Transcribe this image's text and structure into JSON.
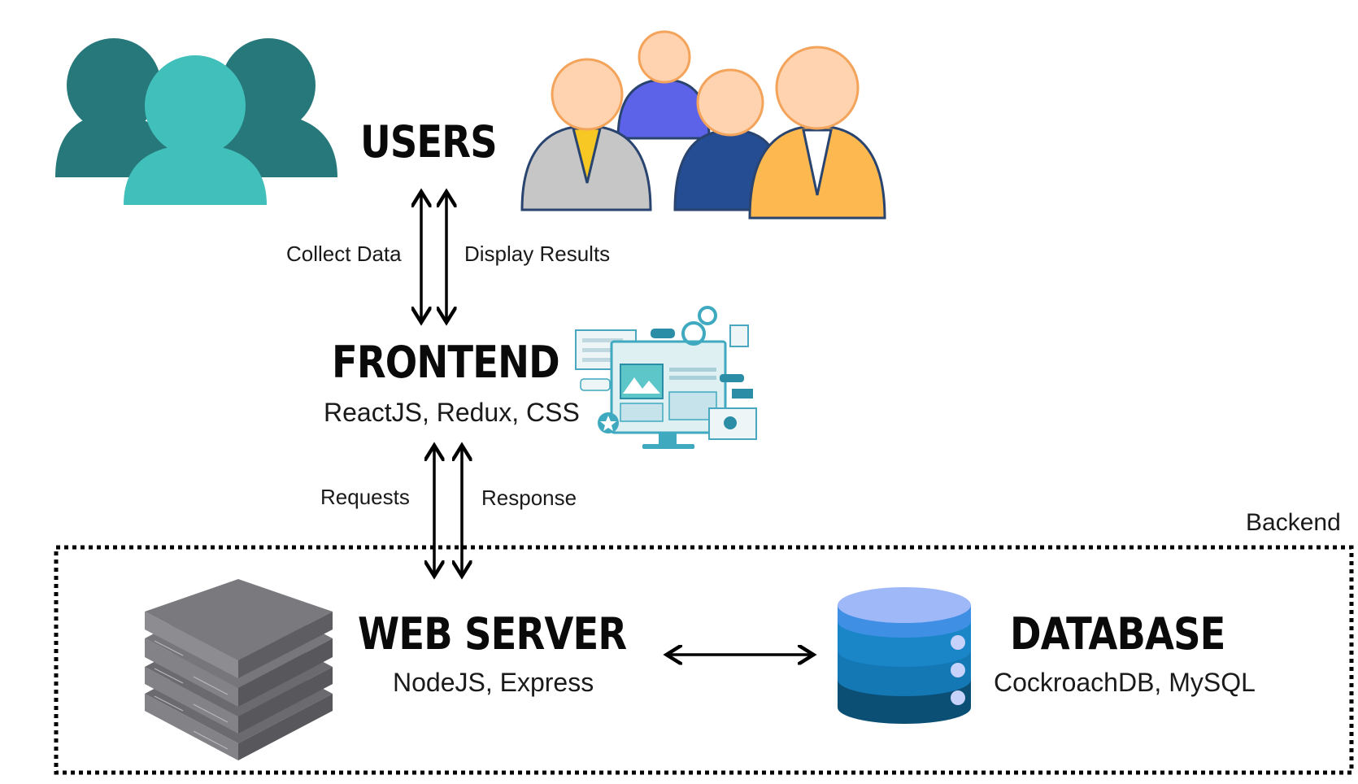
{
  "nodes": {
    "users": {
      "title": "USERS"
    },
    "frontend": {
      "title": "FRONTEND",
      "tech": "ReactJS, Redux, CSS"
    },
    "web_server": {
      "title": "WEB SERVER",
      "tech": "NodeJS, Express"
    },
    "database": {
      "title": "DATABASE",
      "tech": "CockroachDB, MySQL"
    }
  },
  "edges": {
    "collect_data": "Collect Data",
    "display_results": "Display Results",
    "requests": "Requests",
    "response": "Response"
  },
  "groups": {
    "backend": "Backend"
  },
  "icons": {
    "users_silhouette": "users-group-icon",
    "business_people": "business-people-icon",
    "web_dashboard": "web-dashboard-icon",
    "server_rack": "server-rack-icon",
    "database": "database-cylinder-icon"
  },
  "colors": {
    "teal_dark": "#27787a",
    "teal_light": "#41bfbb",
    "db_top": "#9fb8f7",
    "db_mid": "#1a86c8",
    "db_bottom": "#0c4f75",
    "server_gray": "#6b6b6f"
  }
}
